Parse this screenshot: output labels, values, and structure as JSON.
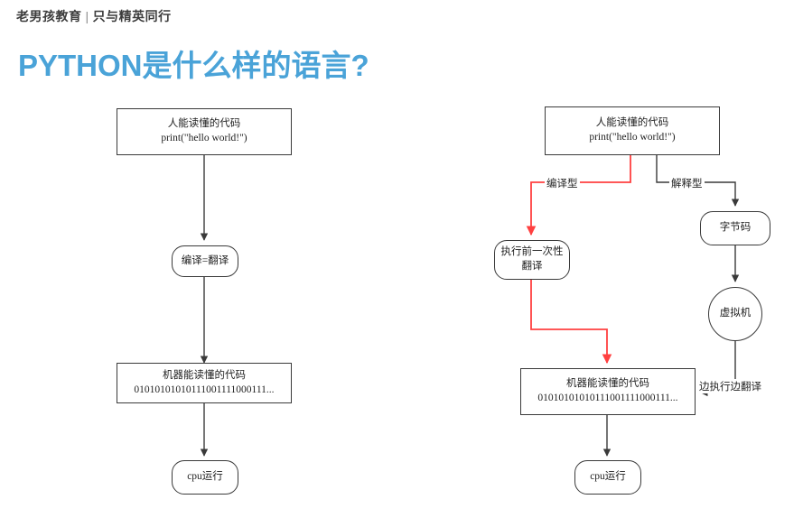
{
  "header": {
    "brand": "老男孩教育",
    "separator": "|",
    "tagline": "只与精英同行"
  },
  "title": "PYTHON是什么样的语言?",
  "colors": {
    "title_blue": "#4aa3d8",
    "compiled_red": "#ff4040",
    "node_stroke": "#3a3a3a",
    "text": "#1f1f1f",
    "header_text": "#3d3d3d"
  },
  "diagrams": {
    "left": {
      "name": "compiled-language-flow",
      "nodes": [
        {
          "id": "left-source-code",
          "shape": "rect",
          "line1": "人能读懂的代码",
          "line2": "print(\"hello world!\")"
        },
        {
          "id": "left-compile",
          "shape": "rounded",
          "line1": "编译=翻译",
          "line2": ""
        },
        {
          "id": "left-machine-code",
          "shape": "rect",
          "line1": "机器能读懂的代码",
          "line2": "01010101010111001111000111..."
        },
        {
          "id": "left-cpu-run",
          "shape": "rounded",
          "line1": "cpu运行",
          "line2": ""
        }
      ]
    },
    "right": {
      "name": "compiled-vs-interpreted-flow",
      "nodes": [
        {
          "id": "right-source-code",
          "shape": "rect",
          "line1": "人能读懂的代码",
          "line2": "print(\"hello world!\")"
        },
        {
          "id": "right-aot-translate",
          "shape": "rounded",
          "line1": "执行前一次性",
          "line2": "翻译"
        },
        {
          "id": "right-bytecode",
          "shape": "rounded",
          "line1": "字节码",
          "line2": ""
        },
        {
          "id": "right-virtual-machine",
          "shape": "circle",
          "line1": "虚拟机",
          "line2": ""
        },
        {
          "id": "right-machine-code",
          "shape": "rect",
          "line1": "机器能读懂的代码",
          "line2": "01010101010111001111000111..."
        },
        {
          "id": "right-cpu-run",
          "shape": "rounded",
          "line1": "cpu运行",
          "line2": ""
        }
      ],
      "edge_labels": {
        "compiled": "编译型",
        "interpreted": "解释型",
        "run_while_translate": "边执行边翻译"
      }
    }
  }
}
